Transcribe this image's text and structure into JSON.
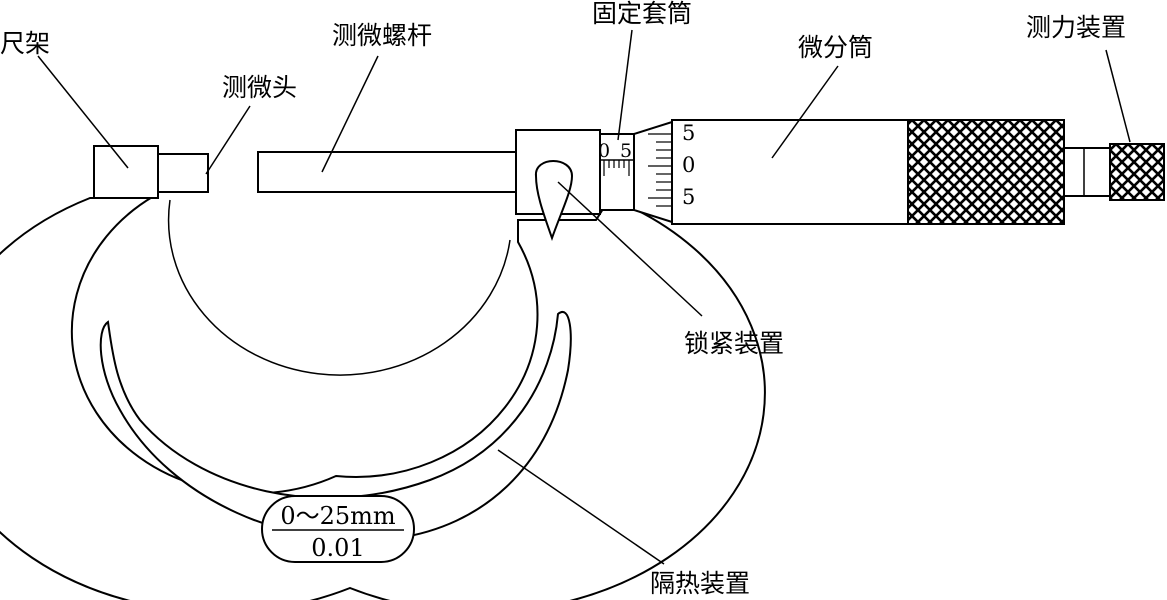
{
  "labels": {
    "frame": "尺架",
    "anvil": "测微头",
    "spindle": "测微螺杆",
    "sleeve": "固定套筒",
    "thimble": "微分筒",
    "ratchet": "测力装置",
    "lock": "锁紧装置",
    "insulation": "隔热装置"
  },
  "plate": {
    "range": "0～25mm",
    "resolution": "0.01"
  },
  "sleeve_scale": {
    "left": "0",
    "right": "5"
  },
  "thimble_scale": [
    "5",
    "0",
    "5"
  ]
}
